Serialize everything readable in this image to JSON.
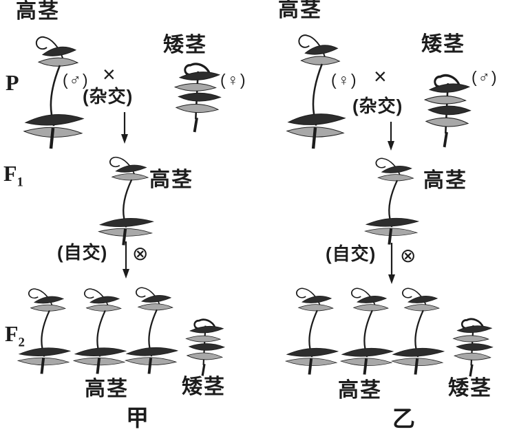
{
  "colors": {
    "background": "#ffffff",
    "ink": "#1c1c1c",
    "leaf_dark": "#2d2d2d",
    "leaf_light": "#a8a8a8"
  },
  "generations": {
    "p": "P",
    "f_base": "F",
    "f1_sub": "1",
    "f2_sub": "2"
  },
  "panels": [
    {
      "caption": "甲",
      "p_row": {
        "left_phenotype": "高茎",
        "left_sex": "(♂)",
        "cross_symbol": "×",
        "cross_label": "(杂交)",
        "right_phenotype": "矮茎",
        "right_sex": "(♀)"
      },
      "f1_row": {
        "phenotype": "高茎",
        "self_label": "(自交)",
        "self_symbol": "⊗"
      },
      "f2_row": {
        "tall_phenotype": "高茎",
        "short_phenotype": "矮茎",
        "tall_plant_count": 3,
        "short_plant_count": 1
      }
    },
    {
      "caption": "乙",
      "p_row": {
        "left_phenotype": "高茎",
        "left_sex": "(♀)",
        "cross_symbol": "×",
        "cross_label": "(杂交)",
        "right_phenotype": "矮茎",
        "right_sex": "(♂)"
      },
      "f1_row": {
        "phenotype": "高茎",
        "self_label": "(自交)",
        "self_symbol": "⊗"
      },
      "f2_row": {
        "tall_phenotype": "高茎",
        "short_phenotype": "矮茎",
        "tall_plant_count": 3,
        "short_plant_count": 1
      }
    }
  ]
}
